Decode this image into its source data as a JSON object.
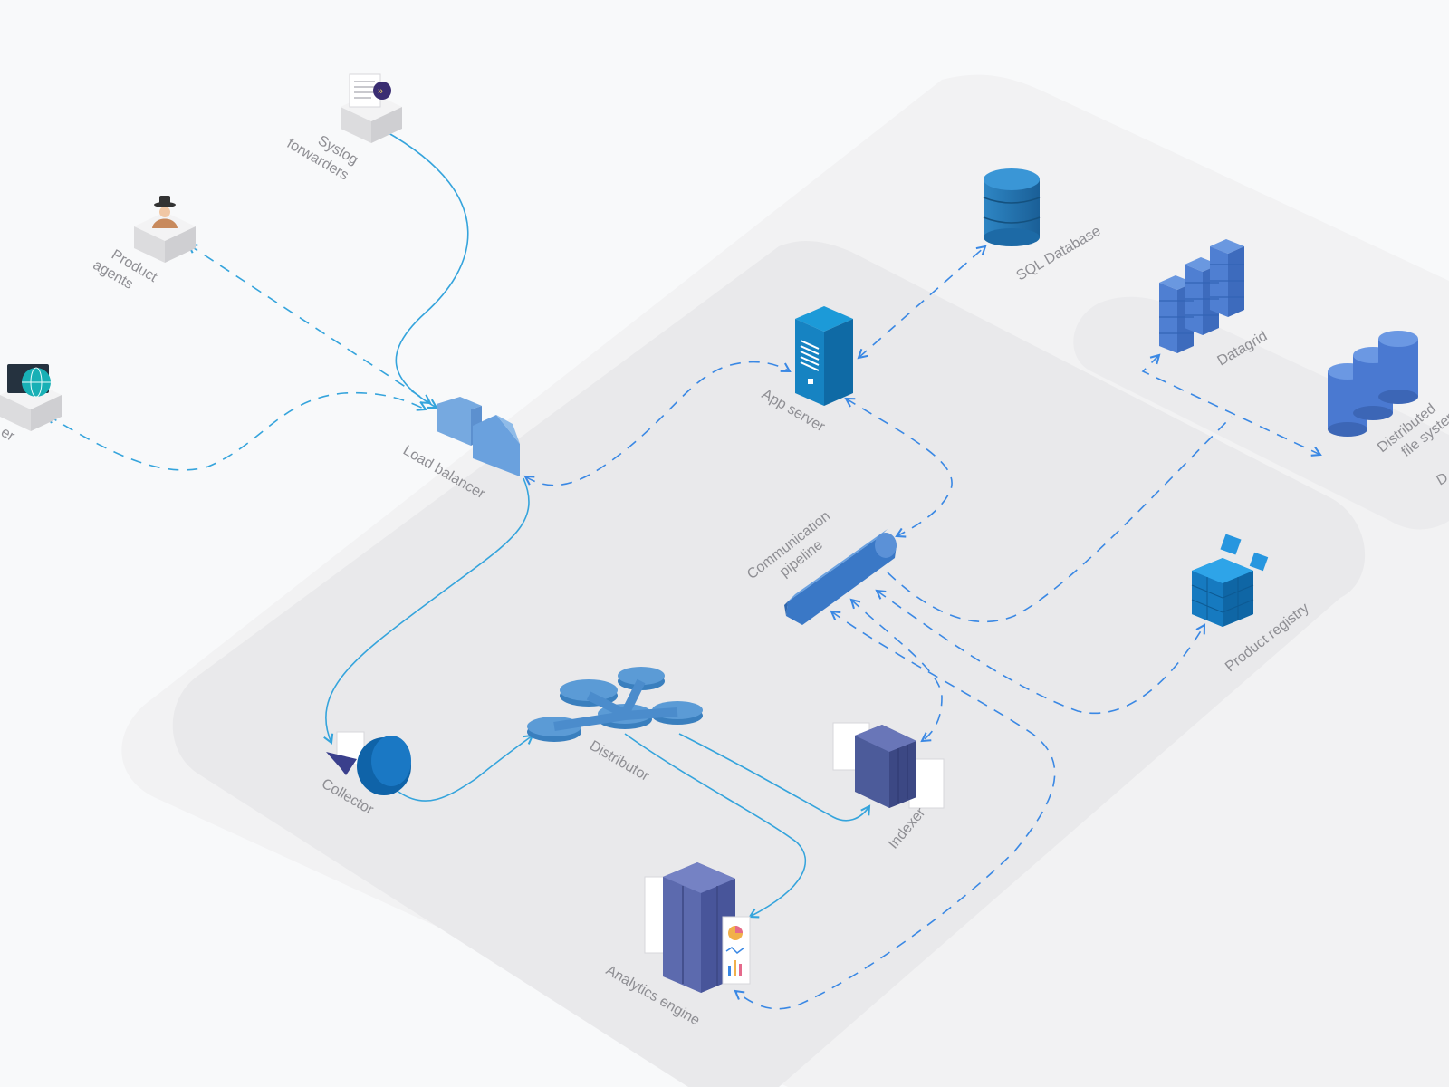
{
  "diagram": {
    "labels": {
      "syslog_forwarders": [
        "Syslog",
        "forwarders"
      ],
      "product_agents": [
        "Product",
        "agents"
      ],
      "left_partial": "er",
      "load_balancer": "Load balancer",
      "app_server": "App server",
      "sql_database": "SQL Database",
      "datagrid": "Datagrid",
      "distributed_fs": [
        "Distributed",
        "file system"
      ],
      "right_partial": "D",
      "communication_pipeline": [
        "Communication",
        "pipeline"
      ],
      "product_registry": "Product registry",
      "collector": "Collector",
      "distributor": "Distributor",
      "indexer": "Indexer",
      "analytics_engine": "Analytics engine"
    },
    "colors": {
      "background": "#f8f9fa",
      "outer_zone": "#f2f2f3",
      "inner_zone": "#e9e9eb",
      "solid_link": "#35a4dc",
      "dashed_link": "#3a88e4",
      "label_text": "#8f8f94",
      "primary_blue": "#1d7fc2",
      "indigo": "#5462a8"
    }
  }
}
